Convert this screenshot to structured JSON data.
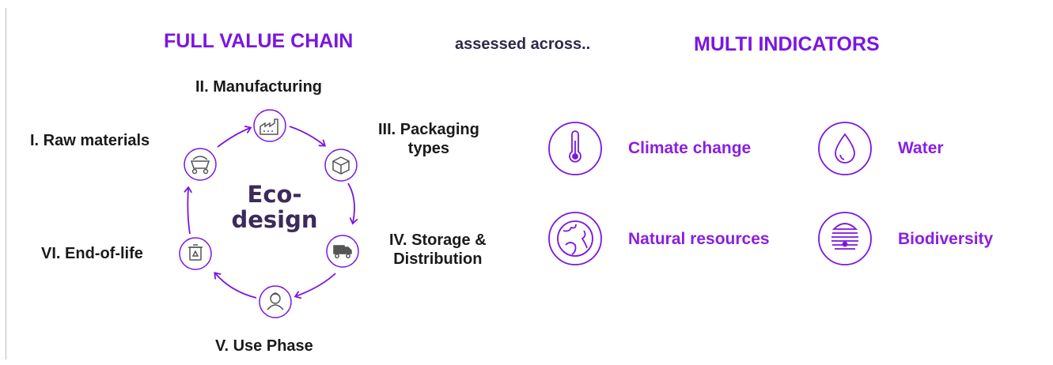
{
  "headings": {
    "full_value_chain": "FULL VALUE CHAIN",
    "assessed_across": "assessed across..",
    "multi_indicators": "MULTI INDICATORS"
  },
  "cycle": {
    "center": [
      "Eco-",
      "design"
    ],
    "stages": [
      {
        "label": [
          "I. Raw materials"
        ],
        "icon": "mine-cart-icon"
      },
      {
        "label": [
          "II. Manufacturing"
        ],
        "icon": "factory-icon"
      },
      {
        "label": [
          "III. Packaging",
          "types"
        ],
        "icon": "box-icon"
      },
      {
        "label": [
          "IV. Storage &",
          "Distribution"
        ],
        "icon": "truck-icon"
      },
      {
        "label": [
          "V. Use Phase"
        ],
        "icon": "person-icon"
      },
      {
        "label": [
          "VI. End-of-life"
        ],
        "icon": "recycle-bin-icon"
      }
    ]
  },
  "indicators": [
    {
      "label": "Climate change",
      "icon": "thermometer-icon"
    },
    {
      "label": "Water",
      "icon": "water-drop-icon"
    },
    {
      "label": "Natural resources",
      "icon": "globe-icon"
    },
    {
      "label": "Biodiversity",
      "icon": "beehive-icon"
    }
  ],
  "colors": {
    "accent": "#7b16e0",
    "dark_text": "#1a1a1a",
    "icon_stroke": "#555555"
  }
}
